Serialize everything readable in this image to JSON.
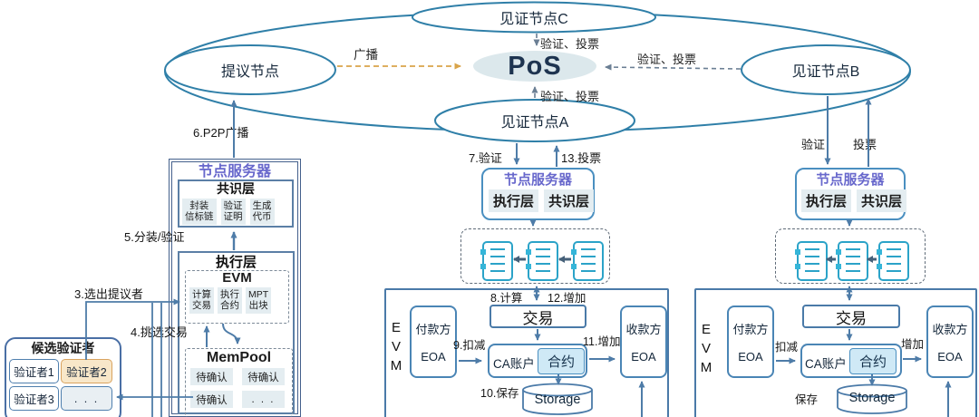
{
  "network": {
    "pos": "PoS",
    "witness_c": "见证节点C",
    "proposer": "提议节点",
    "witness_b": "见证节点B",
    "witness_a": "见证节点A",
    "broadcast": "广播",
    "verify_vote_c": "验证、投票",
    "verify_vote_b": "验证、投票",
    "verify_vote_a": "验证、投票"
  },
  "steps": {
    "s3": "3.选出提议者",
    "s4": "4.挑选交易",
    "s5": "5.分装/验证",
    "s6": "6.P2P广播",
    "s7": "7.验证",
    "s8": "8.计算",
    "s9": "9.扣减",
    "s10": "10.保存",
    "s11": "11.增加",
    "s12": "12.增加",
    "s13": "13.投票",
    "b_verify": "验证",
    "b_vote": "投票",
    "b_deduct": "扣减",
    "b_add": "增加",
    "b_save": "保存"
  },
  "proposer_server": {
    "title": "节点服务器",
    "consensus_title": "共识层",
    "consensus_items": [
      [
        "封装",
        "信标链"
      ],
      [
        "验证",
        "证明"
      ],
      [
        "生成",
        "代币"
      ]
    ],
    "execution_title": "执行层",
    "evm_title": "EVM",
    "evm_items": [
      [
        "计算",
        "交易"
      ],
      [
        "执行",
        "合约"
      ],
      [
        "MPT",
        "出块"
      ]
    ],
    "mempool_title": "MemPool",
    "mempool_items": [
      "待确认",
      "待确认",
      "待确认",
      ". . ."
    ]
  },
  "candidates": {
    "title": "候选验证者",
    "items": [
      "验证者1",
      "验证者2",
      "验证者3",
      ". . ."
    ]
  },
  "witness_a_server": {
    "title": "节点服务器",
    "exec": "执行层",
    "cons": "共识层"
  },
  "witness_b_server": {
    "title": "节点服务器",
    "exec": "执行层",
    "cons": "共识层"
  },
  "evm_a": {
    "letters": [
      "E",
      "V",
      "M"
    ],
    "payer1": "付款方",
    "payer2": "EOA",
    "tx": "交易",
    "ca": "CA账户",
    "contract": "合约",
    "storage": "Storage",
    "payee1": "收款方",
    "payee2": "EOA"
  },
  "evm_b": {
    "letters": [
      "E",
      "V",
      "M"
    ],
    "payer1": "付款方",
    "payer2": "EOA",
    "tx": "交易",
    "ca": "CA账户",
    "contract": "合约",
    "storage": "Storage",
    "payee1": "收款方",
    "payee2": "EOA"
  },
  "colors": {
    "ellipse_stroke": "#2f7fa8",
    "arrow_blue": "#4e7ca8",
    "arrow_orange": "#d9a44a",
    "arrow_gray": "#6b7f94",
    "purple_title": "#6868cc",
    "item_bg": "#e4edf1",
    "contract_bg": "#cfe9f6",
    "validator2_bg": "#f8e7c9",
    "pos_bg": "#dce8ec"
  }
}
